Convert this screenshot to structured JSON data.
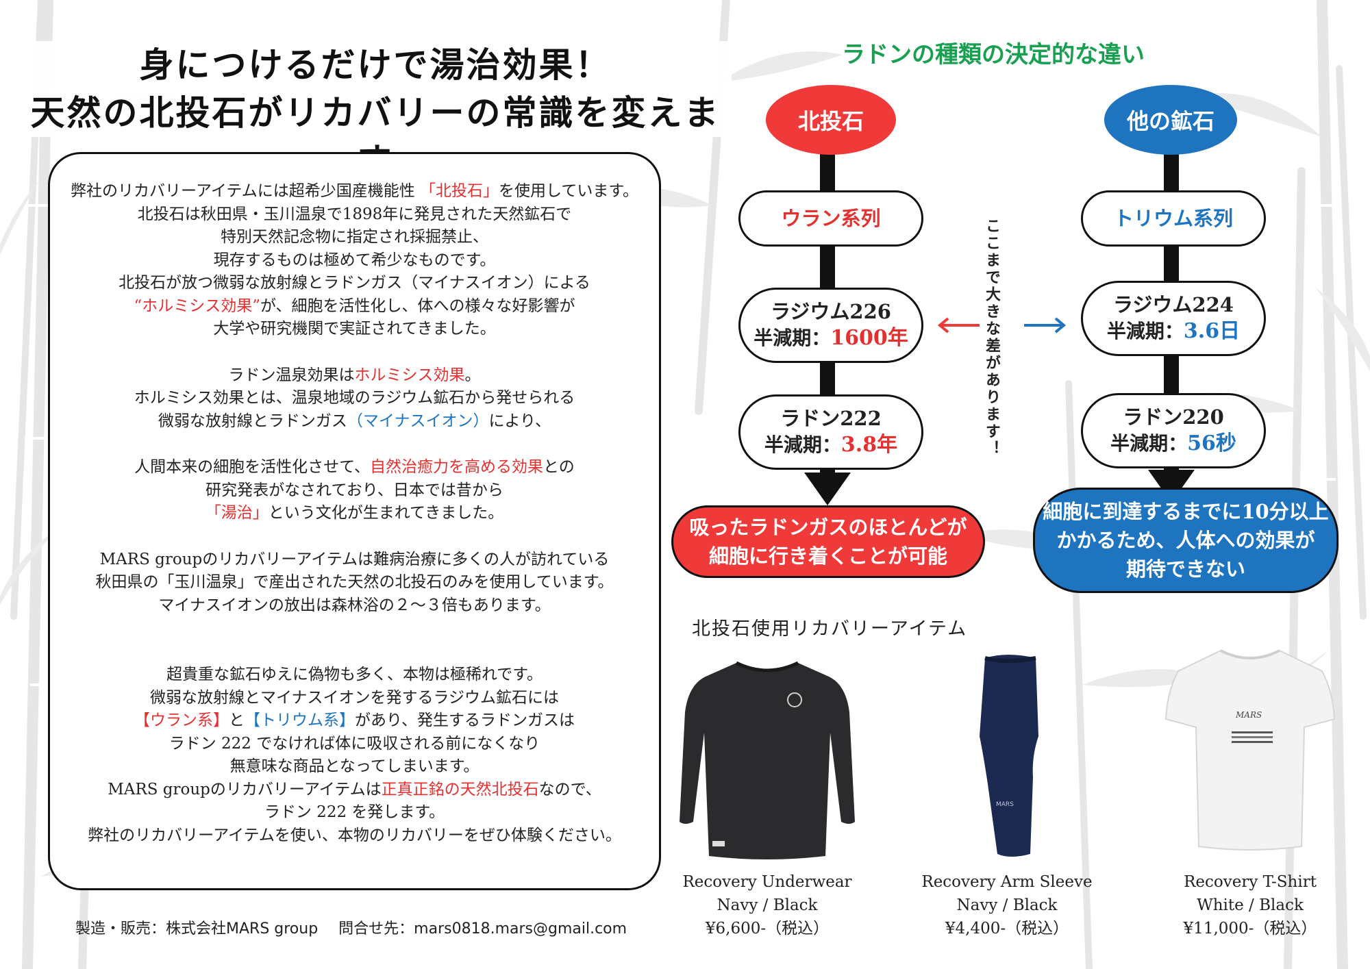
{
  "headline": {
    "line1": "身につけるだけで湯治効果！",
    "line2": "天然の北投石がリカバリーの常識を変えます"
  },
  "description": {
    "p1": [
      [
        "弊社のリカバリーアイテムには超希少国産機能性 ",
        "「北投石」",
        "を使用しています。"
      ],
      [
        "北投石は秋田県・玉川温泉で1898年に発見された天然鉱石で",
        "",
        ""
      ],
      [
        "特別天然記念物に指定され採掘禁止、",
        "",
        ""
      ],
      [
        "現存するものは極めて希少なものです。",
        "",
        ""
      ],
      [
        "北投石が放つ微弱な放射線とラドンガス（マイナスイオン）による",
        "",
        ""
      ],
      [
        "",
        "“ホルミシス効果”",
        "が、細胞を活性化し、体への様々な好影響が"
      ],
      [
        "大学や研究機関で実証されてきました。",
        "",
        ""
      ]
    ],
    "p2a": [
      "ラドン温泉効果は",
      "ホルミシス効果",
      "。"
    ],
    "p2b": "ホルミシス効果とは、温泉地域のラジウム鉱石から発せられる",
    "p2c": [
      "微弱な放射線とラドンガス",
      "（マイナスイオン）",
      "により、"
    ],
    "p3a": [
      "人間本来の細胞を活性化させて、",
      "自然治癒力を高める効果",
      "との"
    ],
    "p3b": "研究発表がなされており、日本では昔から",
    "p3c": [
      "",
      "「湯治」",
      "という文化が生まれてきました。"
    ],
    "p4": [
      "MARS groupのリカバリーアイテムは難病治療に多くの人が訪れている",
      "秋田県の「玉川温泉」で産出された天然の北投石のみを使用しています。",
      "マイナスイオンの放出は森林浴の２～３倍もあります。"
    ],
    "p5a": "超貴重な鉱石ゆえに偽物も多く、本物は極稀れです。",
    "p5b": "微弱な放射線とマイナスイオンを発するラジウム鉱石には",
    "p5c": {
      "uran": "【ウラン系】",
      "and": "と",
      "thor": "【トリウム系】",
      "rest": "があり、発生するラドンガスは"
    },
    "p5d": "ラドン 222 でなければ体に吸収される前になくなり",
    "p5e": "無意味な商品となってしまいます。",
    "p5f": [
      "MARS groupのリカバリーアイテムは",
      "正真正銘の天然北投石",
      "なので、"
    ],
    "p5g": "ラドン 222 を発します。",
    "p5h": "弊社のリカバリーアイテムを使い、本物のリカバリーをぜひ体験ください。"
  },
  "footer": {
    "maker": "製造・販売：株式会社MARS group",
    "contact": "問合せ先：mars0818.mars@gmail.com"
  },
  "comparison": {
    "title": "ラドンの種類の決定的な違い",
    "note": "ここまで大きな差があります！",
    "left": {
      "label": "北投石",
      "series": "ウラン系列",
      "radium": "ラジウム226",
      "radium_half_label": "半減期：",
      "radium_half_value": "1600年",
      "radon": "ラドン222",
      "radon_half_label": "半減期：",
      "radon_half_value": "3.8年",
      "result": [
        "吸ったラドンガスのほとんどが",
        "細胞に行き着くことが可能"
      ]
    },
    "right": {
      "label": "他の鉱石",
      "series": "トリウム系列",
      "radium": "ラジウム224",
      "radium_half_label": "半減期：",
      "radium_half_value": "3.6日",
      "radon": "ラドン220",
      "radon_half_label": "半減期：",
      "radon_half_value": "56秒",
      "result": [
        "細胞に到達するまでに10分以上",
        "かかるため、人体への効果が",
        "期待できない"
      ]
    },
    "colors": {
      "red": "#f03a3a",
      "blue": "#1f74c0",
      "green": "#18a050"
    }
  },
  "products": {
    "title": "北投石使用リカバリーアイテム",
    "items": [
      {
        "name": "Recovery Underwear",
        "color": "Navy / Black",
        "price": "¥6,600-（税込）"
      },
      {
        "name": "Recovery Arm Sleeve",
        "color": "Navy / Black",
        "price": "¥4,400-（税込）"
      },
      {
        "name": "Recovery T-Shirt",
        "color": "White / Black",
        "price": "¥11,000-（税込）"
      }
    ],
    "tshirt_print": "MARS"
  }
}
